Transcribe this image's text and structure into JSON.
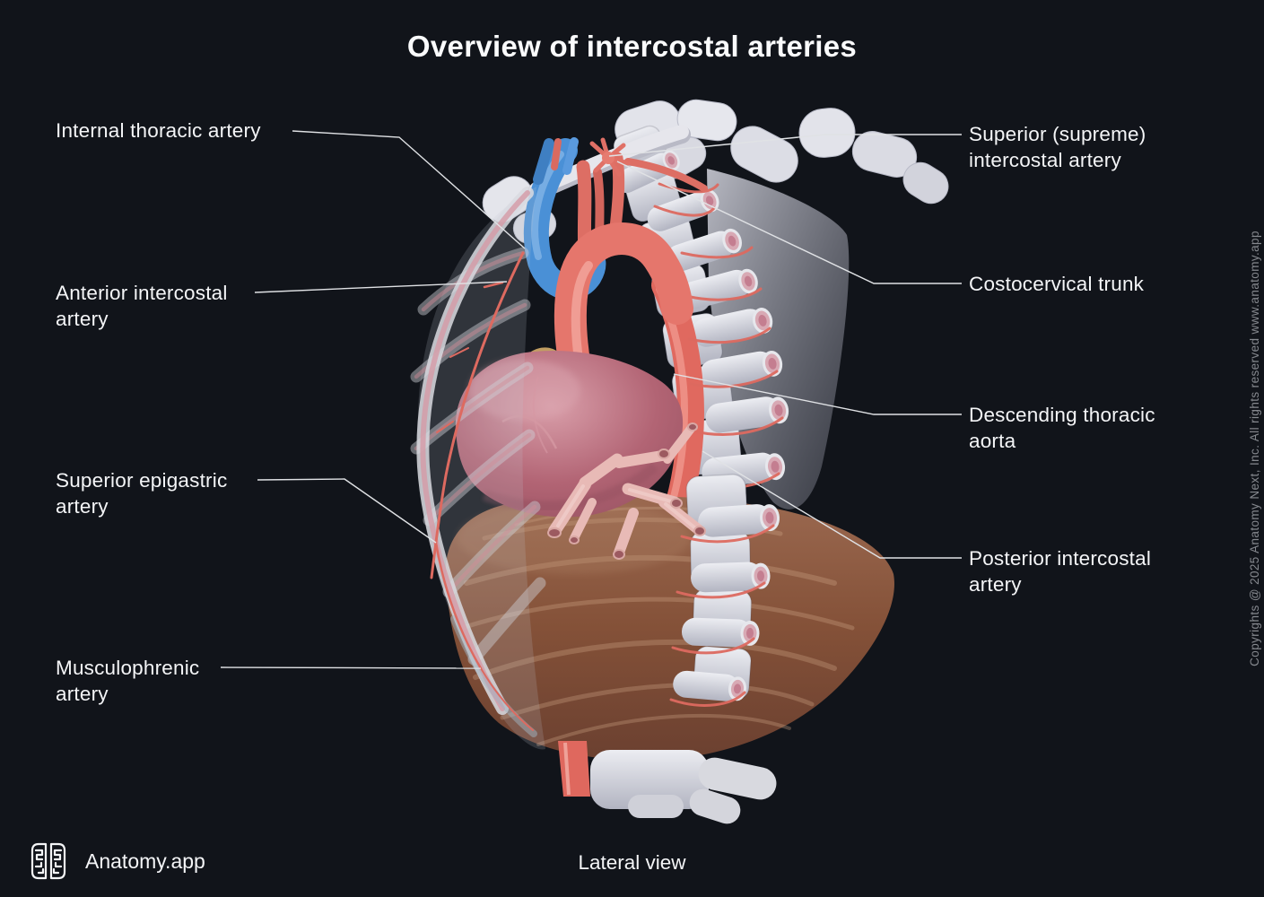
{
  "title": "Overview of intercostal arteries",
  "caption": "Lateral view",
  "brand": {
    "name": "Anatomy.app",
    "logo_icon": "brain-icon"
  },
  "copyright": "Copyrights @ 2025 Anatomy Next, Inc. All rights reserved www.anatomy.app",
  "colors": {
    "background": "#11141a",
    "label_text": "#f4f5f7",
    "leader_line": "#e0e2e5",
    "copyright_text": "#85888e",
    "artery_red": "#e5766c",
    "vein_blue": "#4a90d6",
    "bone": "#d4d5dc",
    "heart": "#ba6d7c",
    "diaphragm_liver": "#8a5743",
    "thymus": "#c4a165",
    "bronchus": "#eac1bd"
  },
  "labels": {
    "left": [
      {
        "id": "internal-thoracic-artery",
        "line1": "Internal thoracic artery",
        "line2": ""
      },
      {
        "id": "anterior-intercostal-artery",
        "line1": "Anterior intercostal",
        "line2": "artery"
      },
      {
        "id": "superior-epigastric-artery",
        "line1": "Superior epigastric",
        "line2": "artery"
      },
      {
        "id": "musculophrenic-artery",
        "line1": "Musculophrenic",
        "line2": "artery"
      }
    ],
    "right": [
      {
        "id": "superior-supreme-intercostal-artery",
        "line1": "Superior (supreme)",
        "line2": "intercostal artery"
      },
      {
        "id": "costocervical-trunk",
        "line1": "Costocervical trunk",
        "line2": ""
      },
      {
        "id": "descending-thoracic-aorta",
        "line1": "Descending thoracic",
        "line2": "aorta"
      },
      {
        "id": "posterior-intercostal-artery",
        "line1": "Posterior intercostal",
        "line2": "artery"
      }
    ]
  }
}
